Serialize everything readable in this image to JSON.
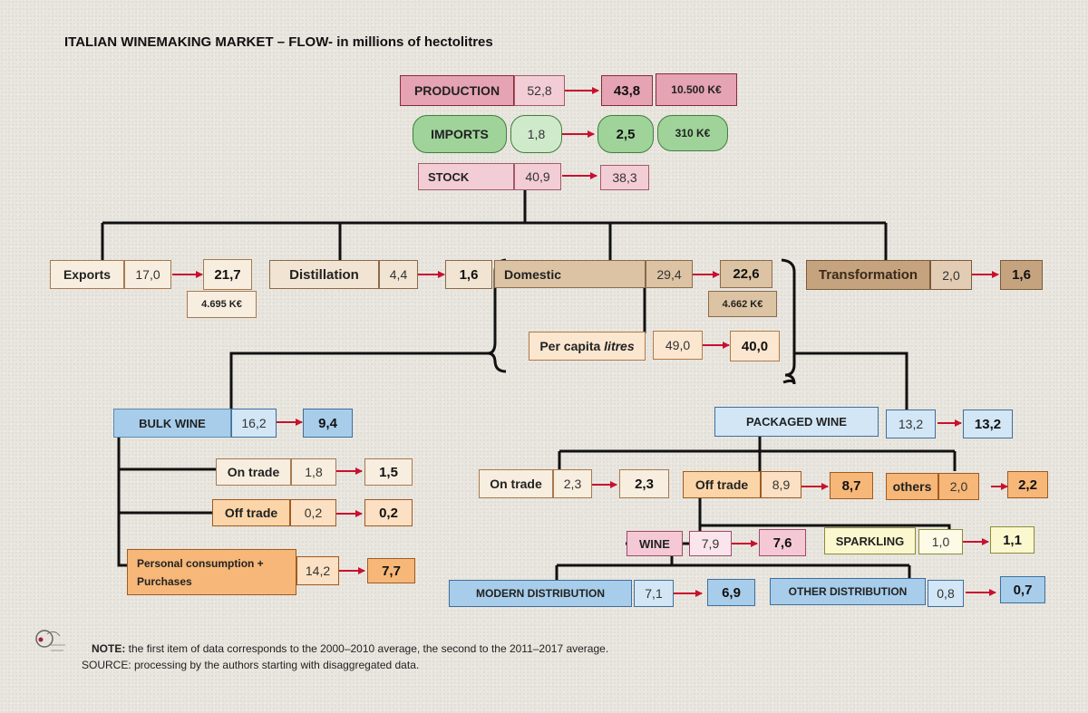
{
  "title": "ITALIAN WINEMAKING MARKET – FLOW- in millions of hectolitres",
  "production": {
    "label": "PRODUCTION",
    "v1": "52,8",
    "v2": "43,8",
    "value": "10.500 K€"
  },
  "imports": {
    "label": "IMPORTS",
    "v1": "1,8",
    "v2": "2,5",
    "value": "310 K€"
  },
  "stock": {
    "label": "STOCK",
    "v1": "40,9",
    "v2": "38,3"
  },
  "exports": {
    "label": "Exports",
    "v1": "17,0",
    "v2": "21,7",
    "value": "4.695 K€"
  },
  "distillation": {
    "label": "Distillation",
    "v1": "4,4",
    "v2": "1,6"
  },
  "domestic": {
    "label": "Domestic",
    "v1": "29,4",
    "v2": "22,6",
    "value": "4.662 K€"
  },
  "transformation": {
    "label": "Transformation",
    "v1": "2,0",
    "v2": "1,6"
  },
  "per_capita": {
    "label": "Per capita",
    "unit": "litres",
    "v1": "49,0",
    "v2": "40,0"
  },
  "bulk_wine": {
    "label": "BULK WINE",
    "v1": "16,2",
    "v2": "9,4"
  },
  "bulk_on_trade": {
    "label": "On trade",
    "v1": "1,8",
    "v2": "1,5"
  },
  "bulk_off_trade": {
    "label": "Off trade",
    "v1": "0,2",
    "v2": "0,2"
  },
  "personal": {
    "label_line1": "Personal consumption +",
    "label_line2": "Purchases",
    "v1": "14,2",
    "v2": "7,7"
  },
  "packaged_wine": {
    "label": "PACKAGED WINE",
    "v1": "13,2",
    "v2": "13,2"
  },
  "pack_on_trade": {
    "label": "On trade",
    "v1": "2,3",
    "v2": "2,3"
  },
  "pack_off_trade": {
    "label": "Off trade",
    "v1": "8,9",
    "v2": "8,7"
  },
  "others": {
    "label": "others",
    "v1": "2,0",
    "v2": "2,2"
  },
  "wine": {
    "label": "WINE",
    "v1": "7,9",
    "v2": "7,6"
  },
  "sparkling": {
    "label": "SPARKLING",
    "v1": "1,0",
    "v2": "1,1"
  },
  "modern": {
    "label": "MODERN DISTRIBUTION",
    "v1": "7,1",
    "v2": "6,9"
  },
  "other_dist": {
    "label": "OTHER DISTRIBUTION",
    "v1": "0,8",
    "v2": "0,7"
  },
  "note": {
    "bold": "NOTE:",
    "text": " the first item of data corresponds to the 2000–2010 average, the second to the 2011–2017 average."
  },
  "source": "SOURCE: processing by the authors starting with disaggregated data.",
  "colors": {
    "arrow": "#c8102e",
    "line": "#111111"
  }
}
